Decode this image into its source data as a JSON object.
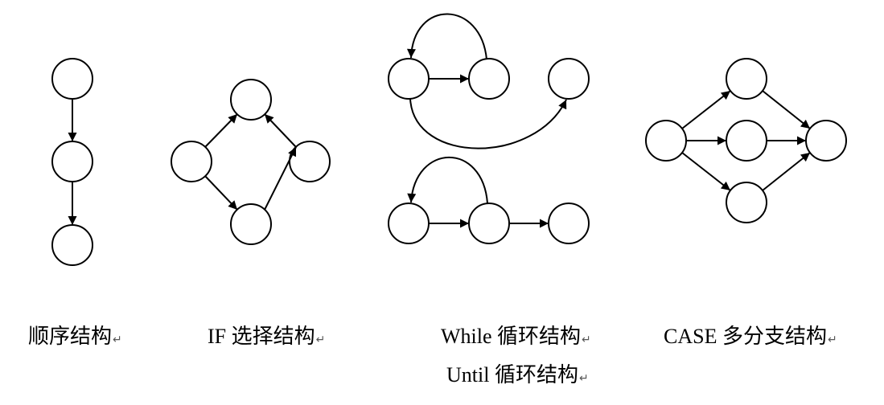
{
  "labels": {
    "sequence": "顺序结构",
    "if": "IF 选择结构",
    "while": "While 循环结构",
    "until": "Until 循环结构",
    "case": "CASE 多分支结构"
  },
  "para_mark": "↵",
  "colors": {
    "stroke": "#000000",
    "background": "#ffffff",
    "para_mark": "#555555"
  }
}
